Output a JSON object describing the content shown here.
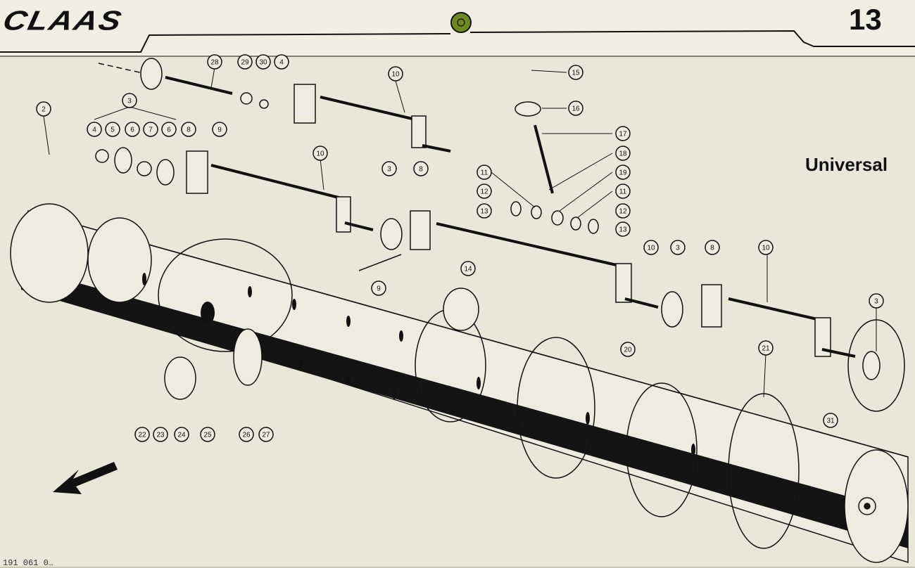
{
  "header": {
    "brand": "CLAAS",
    "page_number": "13"
  },
  "variant_label": "Universal",
  "footer_code": "191 061 0…",
  "accent_colors": {
    "paper": "#e9e7d7",
    "ink": "#111111",
    "header_marker": "#6e8a1e"
  },
  "icons": {
    "header_marker": "header-marker-icon",
    "direction_arrow": "direction-arrow-icon"
  },
  "callouts": [
    {
      "id": "c28",
      "number": "28"
    },
    {
      "id": "c29",
      "number": "29"
    },
    {
      "id": "c30",
      "number": "30"
    },
    {
      "id": "c4a",
      "number": "4"
    },
    {
      "id": "c10a",
      "number": "10"
    },
    {
      "id": "c15",
      "number": "15"
    },
    {
      "id": "c16",
      "number": "16"
    },
    {
      "id": "c17",
      "number": "17"
    },
    {
      "id": "c18",
      "number": "18"
    },
    {
      "id": "c19",
      "number": "19"
    },
    {
      "id": "c11a",
      "number": "11"
    },
    {
      "id": "c12a",
      "number": "12"
    },
    {
      "id": "c13a",
      "number": "13"
    },
    {
      "id": "c11b",
      "number": "11"
    },
    {
      "id": "c12b",
      "number": "12"
    },
    {
      "id": "c13b",
      "number": "13"
    },
    {
      "id": "c2",
      "number": "2"
    },
    {
      "id": "c3a",
      "number": "3"
    },
    {
      "id": "c4b",
      "number": "4"
    },
    {
      "id": "c5",
      "number": "5"
    },
    {
      "id": "c6a",
      "number": "6"
    },
    {
      "id": "c7",
      "number": "7"
    },
    {
      "id": "c6b",
      "number": "6"
    },
    {
      "id": "c8a",
      "number": "8"
    },
    {
      "id": "c9a",
      "number": "9"
    },
    {
      "id": "c10b",
      "number": "10"
    },
    {
      "id": "c3b",
      "number": "3"
    },
    {
      "id": "c8b",
      "number": "8"
    },
    {
      "id": "c9b",
      "number": "9"
    },
    {
      "id": "c14",
      "number": "14"
    },
    {
      "id": "c10c",
      "number": "10"
    },
    {
      "id": "c3c",
      "number": "3"
    },
    {
      "id": "c8c",
      "number": "8"
    },
    {
      "id": "c10d",
      "number": "10"
    },
    {
      "id": "c3d",
      "number": "3"
    },
    {
      "id": "c20",
      "number": "20"
    },
    {
      "id": "c21",
      "number": "21"
    },
    {
      "id": "c31",
      "number": "31"
    },
    {
      "id": "c22",
      "number": "22"
    },
    {
      "id": "c23",
      "number": "23"
    },
    {
      "id": "c24",
      "number": "24"
    },
    {
      "id": "c25",
      "number": "25"
    },
    {
      "id": "c26",
      "number": "26"
    },
    {
      "id": "c27",
      "number": "27"
    }
  ]
}
